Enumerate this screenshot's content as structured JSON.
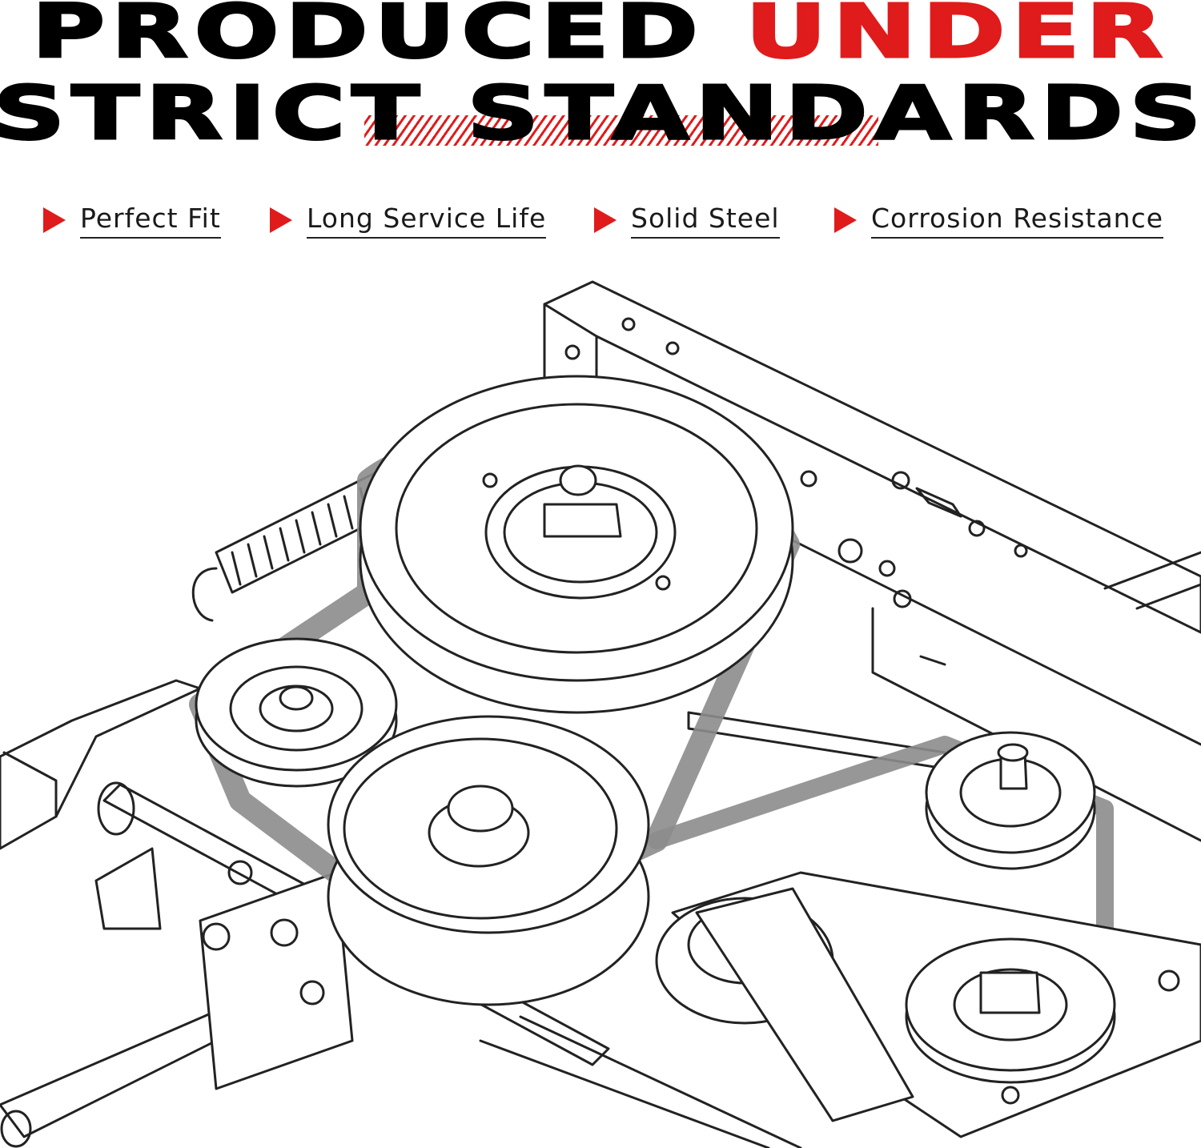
{
  "headline": {
    "line1_black": "PRODUCED",
    "line1_red": "UNDER",
    "line2": "STRICT STANDARDS"
  },
  "features": [
    {
      "label": "Perfect Fit",
      "icon": "triangle-right-icon"
    },
    {
      "label": "Long Service Life",
      "icon": "triangle-right-icon"
    },
    {
      "label": "Solid Steel",
      "icon": "triangle-right-icon"
    },
    {
      "label": "Corrosion Resistance",
      "icon": "triangle-right-icon"
    }
  ],
  "colors": {
    "accent": "#e01b1b",
    "text": "#000000",
    "belt": "#9a9a9a"
  },
  "illustration": {
    "icon": "pulley-belt-drive-illustration"
  }
}
